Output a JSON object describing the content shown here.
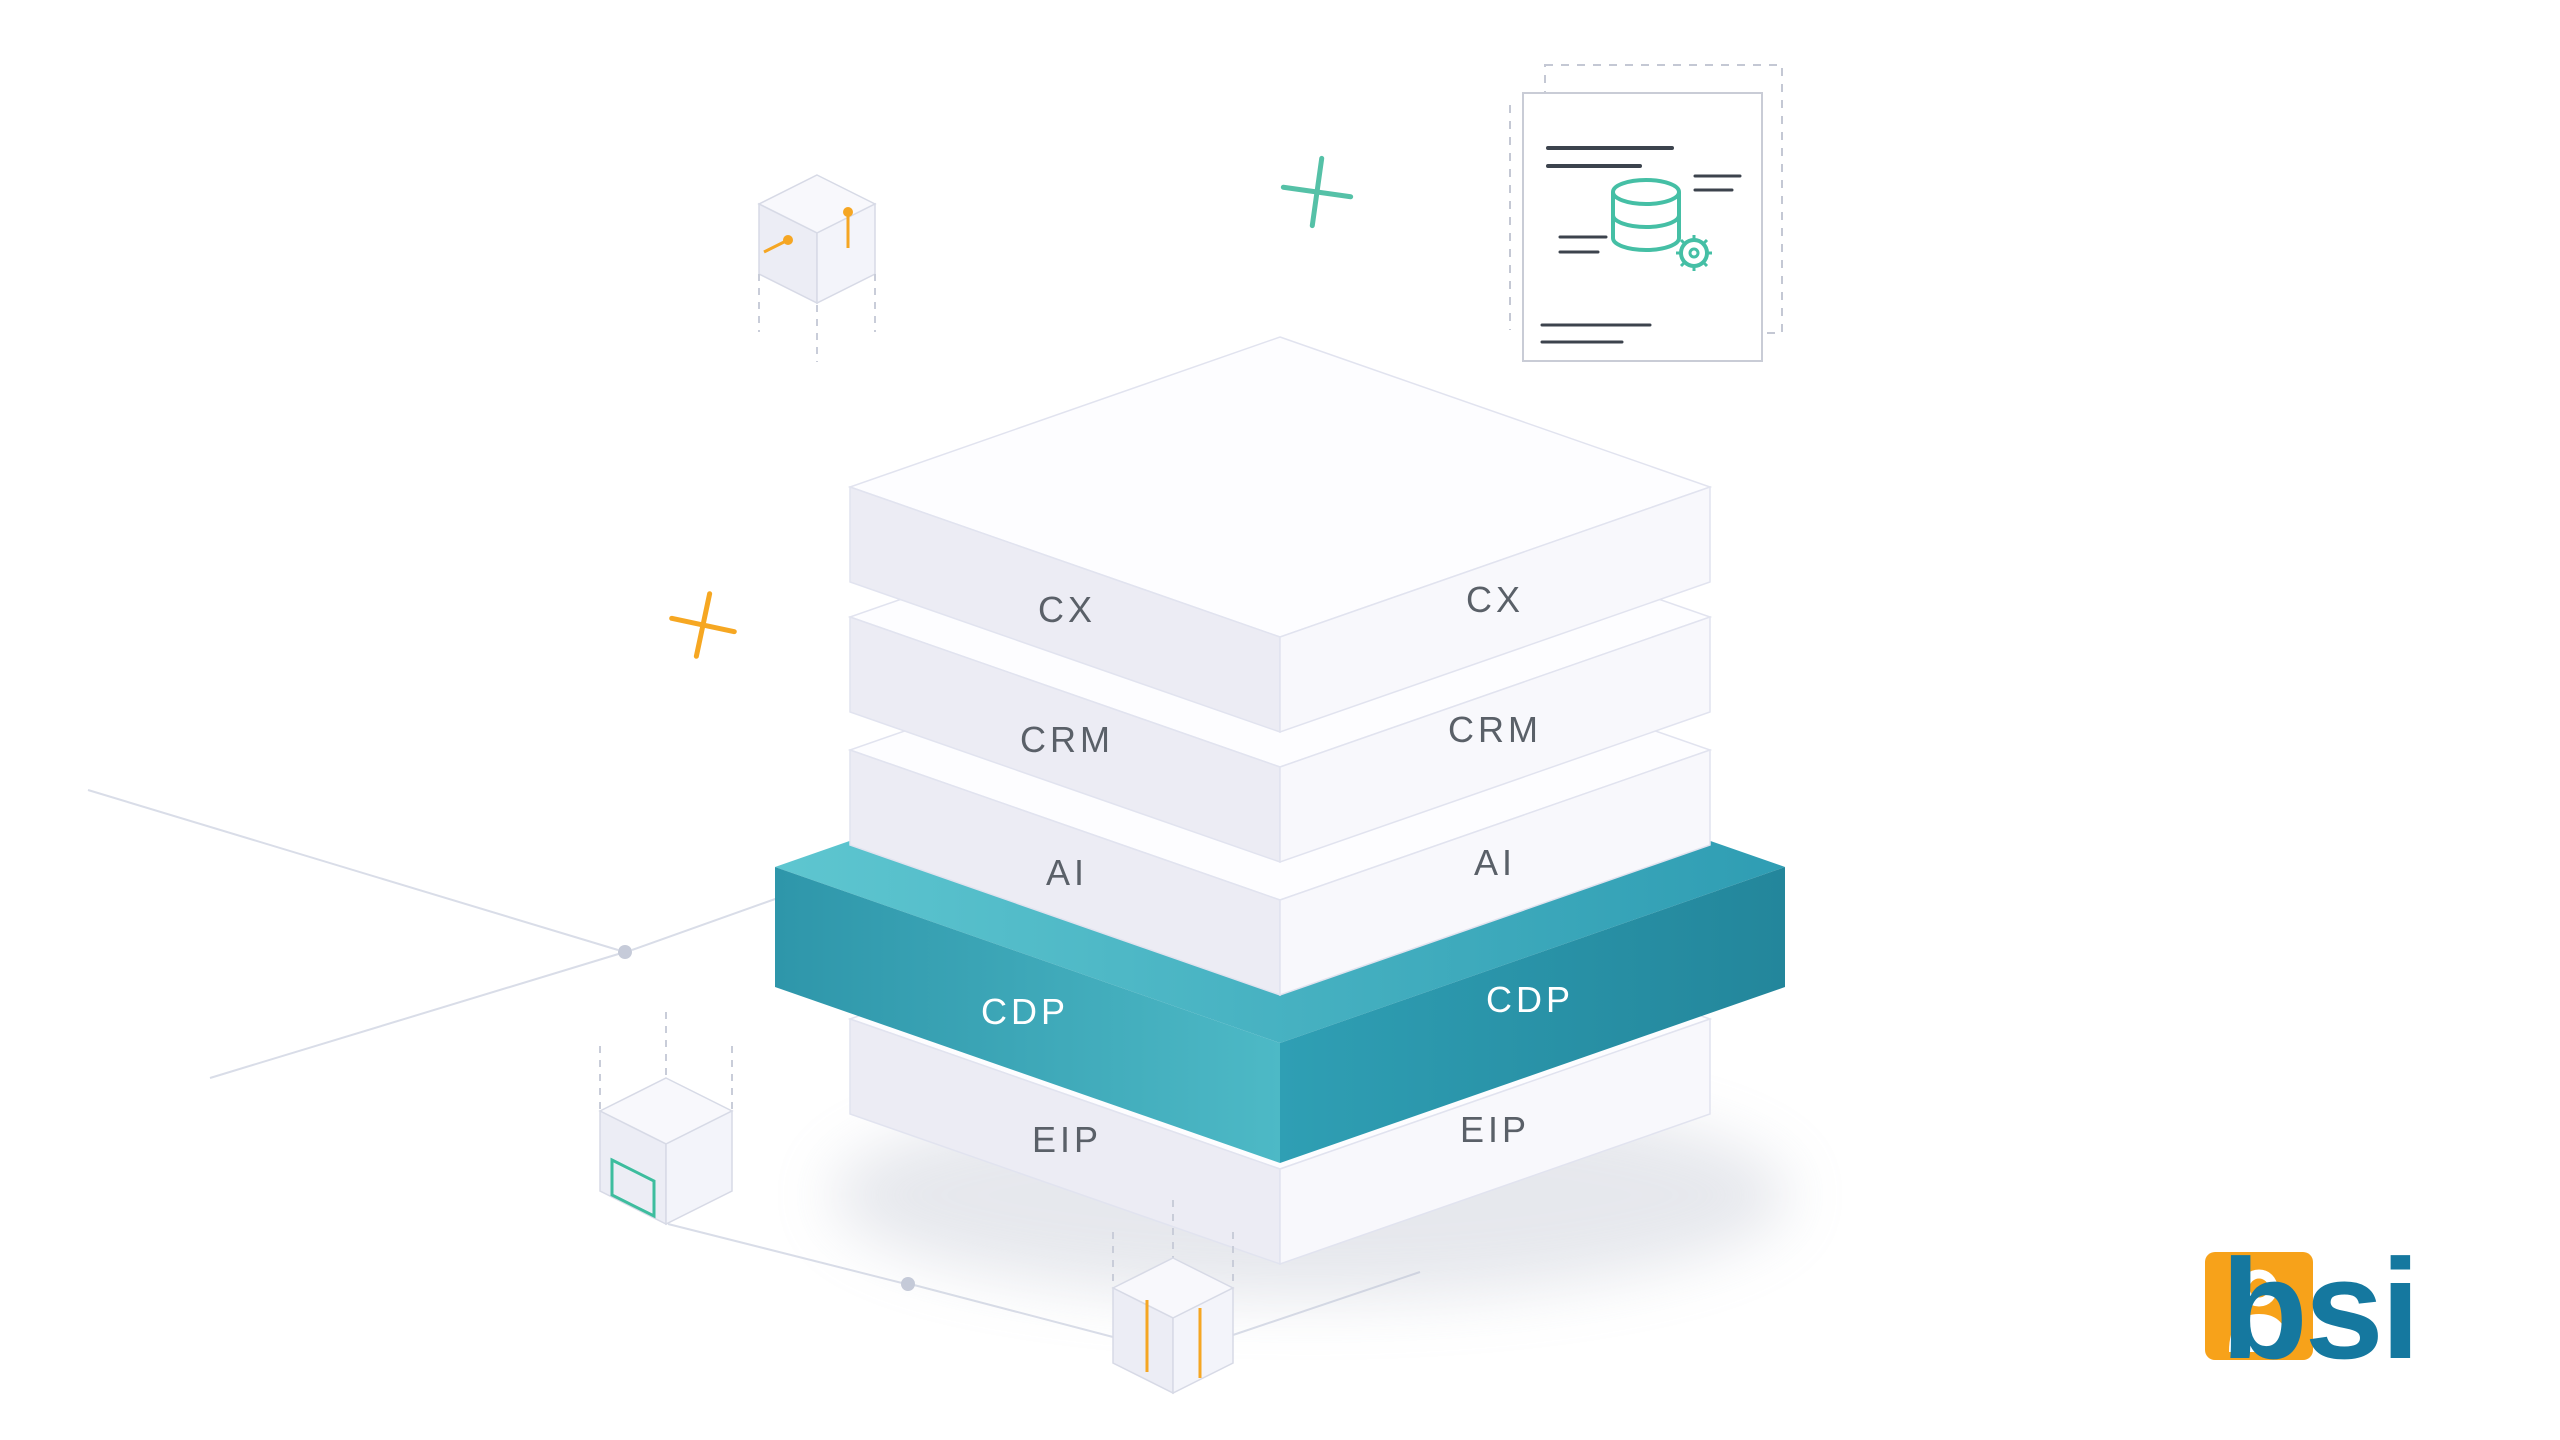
{
  "stack": {
    "layers": [
      {
        "id": "cx",
        "label": "CX",
        "highlighted": false
      },
      {
        "id": "crm",
        "label": "CRM",
        "highlighted": false
      },
      {
        "id": "ai",
        "label": "AI",
        "highlighted": false
      },
      {
        "id": "cdp",
        "label": "CDP",
        "highlighted": true
      },
      {
        "id": "eip",
        "label": "EIP",
        "highlighted": false
      }
    ],
    "label_color": "#5a6068",
    "highlight_label_color": "#ffffff",
    "highlight_color": "#2f9fb4"
  },
  "decorations": {
    "accent_teal": "#4cbfa6",
    "accent_orange": "#f5a623",
    "connector_line_color": "#d9dde8",
    "icons": [
      "cube-icon-top-left",
      "cube-icon-left",
      "cube-icon-bottom",
      "plus-icon-teal",
      "plus-icon-orange",
      "data-card-icon",
      "database-icon",
      "gear-icon"
    ]
  },
  "logo": {
    "text": "bsi",
    "text_color": "#15789f",
    "mark_color": "#f7a21a",
    "mark_icon": "person-icon"
  }
}
